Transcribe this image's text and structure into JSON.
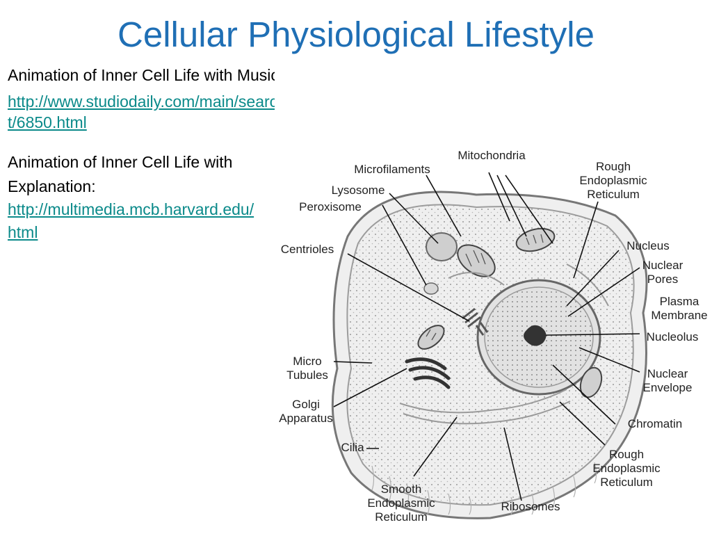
{
  "slide": {
    "title": "Cellular Physiological Lifestyle",
    "item1": {
      "text": "Animation of Inner Cell Life with Music:",
      "link_line1": "http://www.studiodaily.com/main/searchlis",
      "link_line2": "t/6850.html"
    },
    "item2": {
      "text_line1": "Animation of Inner Cell Life with",
      "text_line2": "Explanation:",
      "link_line1": "http://multimedia.mcb.harvard.edu/",
      "link_line2": "html"
    }
  },
  "diagram": {
    "labels": {
      "mitochondria": "Mitochondria",
      "microfilaments": "Microfilaments",
      "rough_er_top_1": "Rough",
      "rough_er_top_2": "Endoplasmic",
      "rough_er_top_3": "Reticulum",
      "lysosome": "Lysosome",
      "peroxisome": "Peroxisome",
      "centrioles": "Centrioles",
      "nucleus": "Nucleus",
      "nuclear_pores_1": "Nuclear",
      "nuclear_pores_2": "Pores",
      "plasma_membrane_1": "Plasma",
      "plasma_membrane_2": "Membrane",
      "nucleolus": "Nucleolus",
      "micro_tubules_1": "Micro",
      "micro_tubules_2": "Tubules",
      "nuclear_envelope_1": "Nuclear",
      "nuclear_envelope_2": "Envelope",
      "golgi_1": "Golgi",
      "golgi_2": "Apparatus",
      "chromatin": "Chromatin",
      "cilia": "Cilia",
      "rough_er_bottom_1": "Rough",
      "rough_er_bottom_2": "Endoplasmic",
      "rough_er_bottom_3": "Reticulum",
      "smooth_er_1": "Smooth",
      "smooth_er_2": "Endoplasmic",
      "smooth_er_3": "Reticulum",
      "ribosomes": "Ribosomes"
    }
  }
}
